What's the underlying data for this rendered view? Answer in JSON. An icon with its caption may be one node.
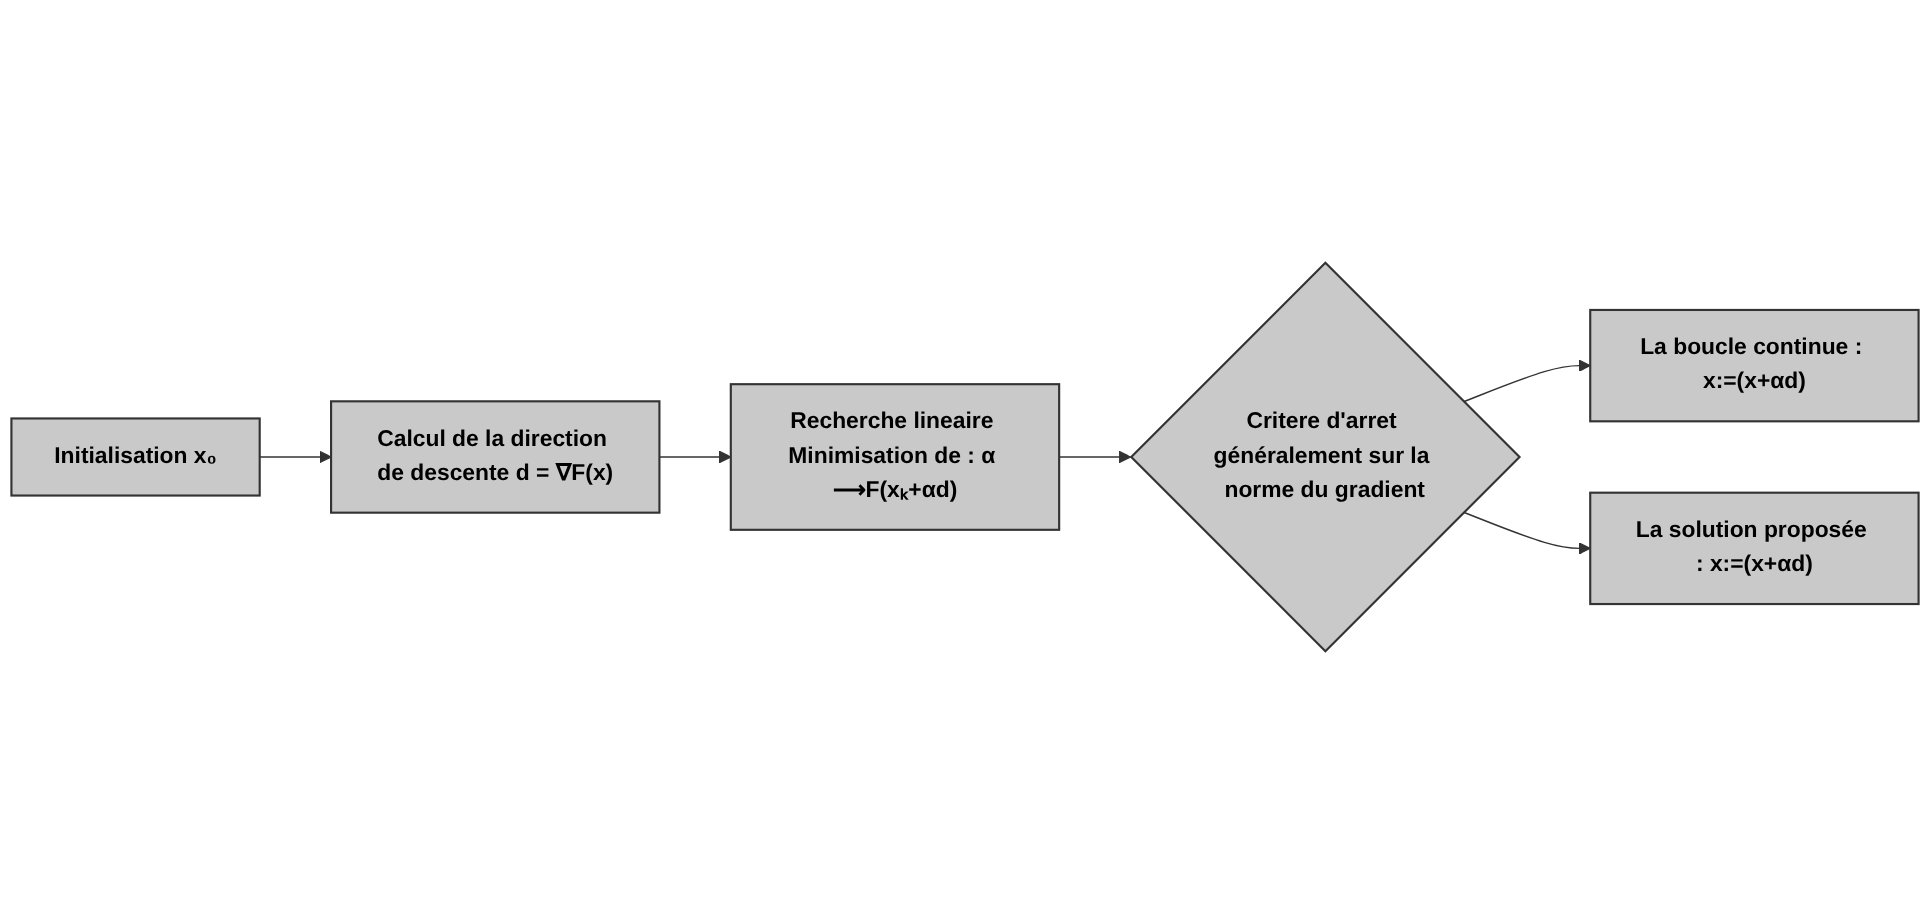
{
  "diagram": {
    "nodes": [
      {
        "text": [
          "Initialisation x₀"
        ]
      },
      {
        "text": [
          "Calcul de la direction de descente d = ∇F(x)"
        ]
      },
      {
        "text": [
          "Recherche lineaire Minimisation de : α ⟶F(xₖ+αd)"
        ]
      },
      {
        "text": [
          "Critere d'arret généralement sur la norme du gradient"
        ]
      },
      {
        "text": [
          "La boucle continue : x:=(x+αd)"
        ]
      },
      {
        "text": [
          "La solution proposée : x:=(x+αd)"
        ]
      }
    ],
    "edges": [
      {
        "from": 0,
        "to": 1,
        "arrow": "to"
      },
      {
        "from": 1,
        "to": 2,
        "arrow": "to"
      },
      {
        "from": 2,
        "to": 3,
        "arrow": "to"
      },
      {
        "from": 3,
        "to": 4,
        "arrow": "to"
      },
      {
        "from": 3,
        "to": 5,
        "arrow": "to"
      }
    ]
  }
}
